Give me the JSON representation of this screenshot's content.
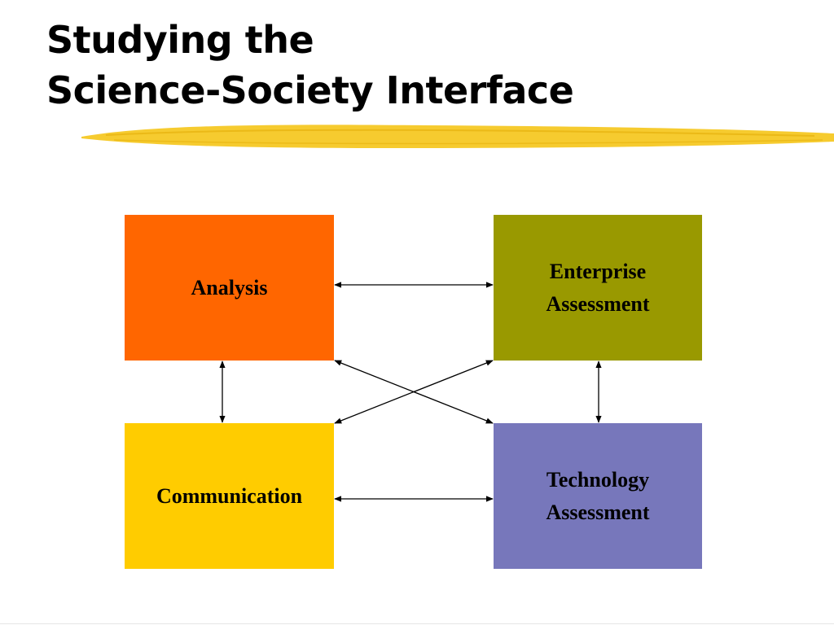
{
  "slide": {
    "title_line1": "Studying the",
    "title_line2": "Science-Society Interface"
  },
  "colors": {
    "analysis": "#ff6600",
    "enterprise": "#999900",
    "communication": "#ffcc00",
    "technology": "#7777bb",
    "highlight": "#f5c518",
    "arrow": "#000000"
  },
  "boxes": {
    "analysis": {
      "label": "Analysis"
    },
    "enterprise": {
      "label": "Enterprise\nAssessment"
    },
    "communication": {
      "label": "Communication"
    },
    "technology": {
      "label": "Technology\nAssessment"
    }
  },
  "connections": [
    {
      "from": "analysis",
      "to": "enterprise",
      "direction": "both"
    },
    {
      "from": "analysis",
      "to": "communication",
      "direction": "both"
    },
    {
      "from": "enterprise",
      "to": "technology",
      "direction": "both"
    },
    {
      "from": "communication",
      "to": "technology",
      "direction": "both"
    },
    {
      "from": "analysis",
      "to": "technology",
      "direction": "both"
    },
    {
      "from": "enterprise",
      "to": "communication",
      "direction": "both"
    }
  ]
}
